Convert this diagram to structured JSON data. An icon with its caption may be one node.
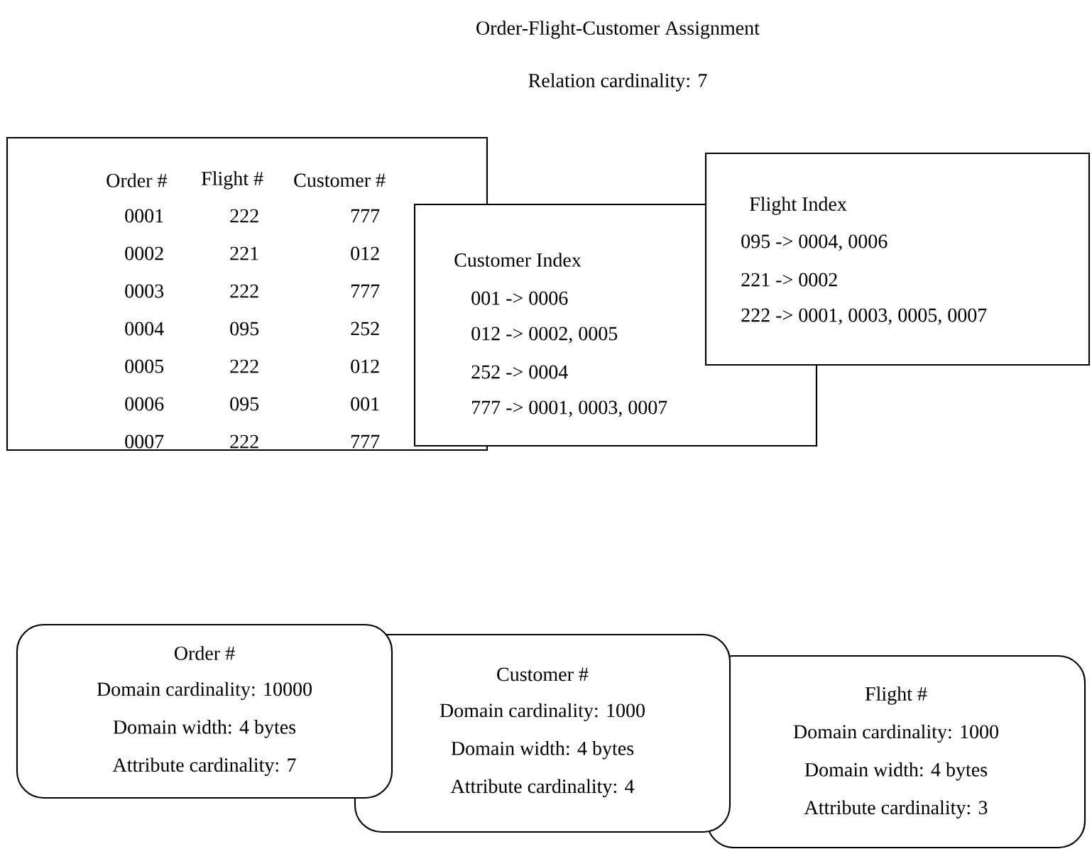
{
  "diagram": {
    "title": "Order-Flight-Customer Assignment",
    "nodes": [
      {
        "text": [
          "Order #",
          "Flight #",
          "Customer #",
          "0001",
          "222",
          "777",
          "0002",
          "221",
          "012",
          "0003",
          "222",
          "777",
          "0004",
          "095",
          "252",
          "0005",
          "222",
          "012",
          "0006",
          "095",
          "001",
          "0007",
          "222",
          "777"
        ]
      },
      {
        "text": [
          "Customer Index",
          "001 -> 0006",
          "012 -> 0002, 0005",
          "252 -> 0004",
          "777 -> 0001, 0003, 0007"
        ]
      },
      {
        "text": [
          "Flight Index",
          "095 -> 0004, 0006",
          "221 -> 0002",
          "222 -> 0001, 0003, 0005, 0007"
        ]
      },
      {
        "text": [
          "Order #",
          "Domain cardinality: 10000",
          "Domain width: 4 bytes",
          "Attribute cardinality: 7"
        ]
      },
      {
        "text": [
          "Customer #",
          "Domain cardinality: 1000",
          "Domain width: 4 bytes",
          "Attribute cardinality: 4"
        ]
      },
      {
        "text": [
          "Flight #",
          "Domain cardinality: 1000",
          "Domain width: 4 bytes",
          "Attribute cardinality: 3"
        ]
      }
    ],
    "edges": [],
    "labels": [
      "Relation cardinality: 7"
    ]
  }
}
